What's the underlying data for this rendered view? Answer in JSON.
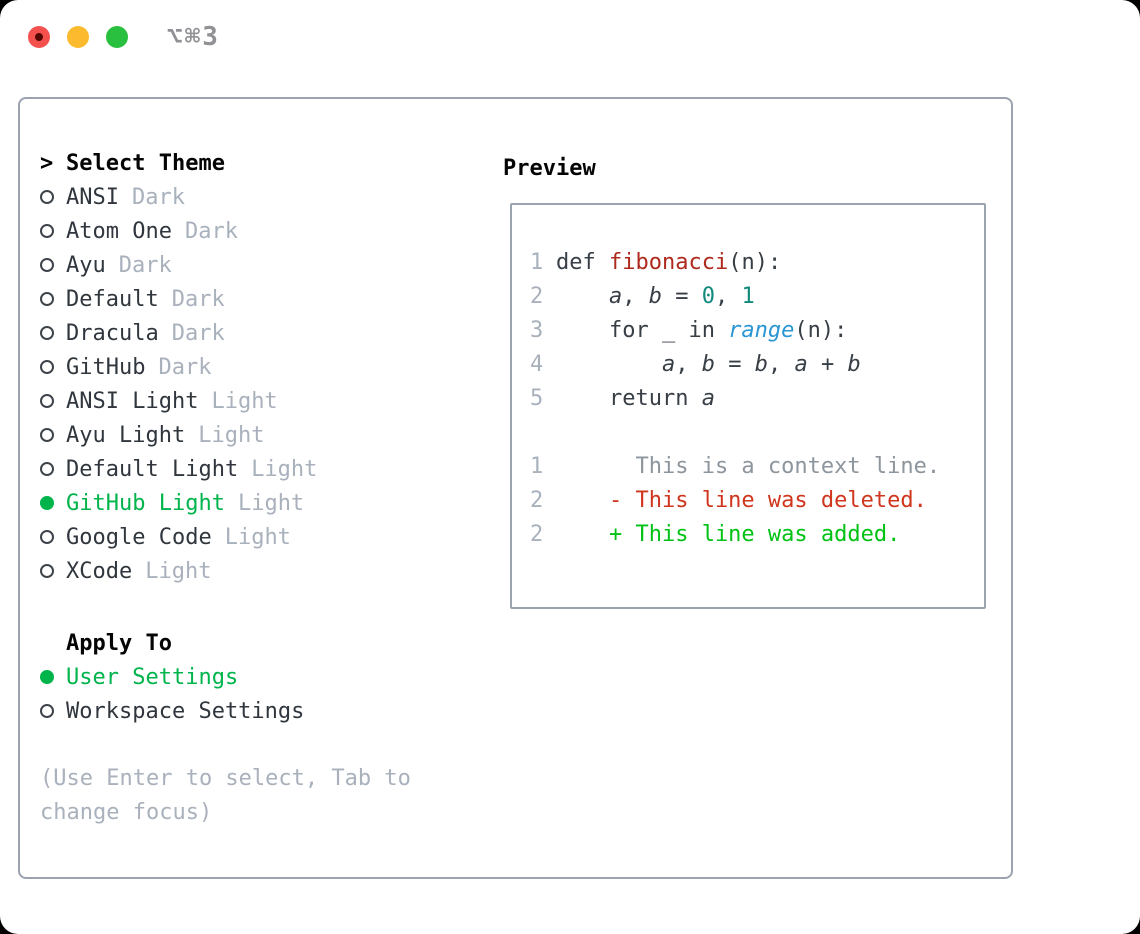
{
  "titlebar": {
    "shortcut": "⌥⌘3",
    "traffic_lights": [
      "close",
      "minimize",
      "zoom"
    ]
  },
  "colors": {
    "selection_green": "#00b44c",
    "added_green": "#00c214",
    "deleted_red": "#d0351d",
    "function_red": "#ae2a1c",
    "number_teal": "#11897b",
    "builtin_blue": "#2b96d4",
    "muted_gray": "#a9b1bc",
    "context_gray": "#8d959d",
    "border_gray": "#9aa3ae",
    "traffic_red": "#f4504e",
    "traffic_yellow": "#fcbb2e",
    "traffic_green": "#2ac03f"
  },
  "theme_picker": {
    "header_prefix": ">",
    "header": "Select Theme",
    "themes": [
      {
        "name": "ANSI",
        "tag": "Dark",
        "selected": false
      },
      {
        "name": "Atom One",
        "tag": "Dark",
        "selected": false
      },
      {
        "name": "Ayu",
        "tag": "Dark",
        "selected": false
      },
      {
        "name": "Default",
        "tag": "Dark",
        "selected": false
      },
      {
        "name": "Dracula",
        "tag": "Dark",
        "selected": false
      },
      {
        "name": "GitHub",
        "tag": "Dark",
        "selected": false
      },
      {
        "name": "ANSI Light",
        "tag": "Light",
        "selected": false
      },
      {
        "name": "Ayu Light",
        "tag": "Light",
        "selected": false
      },
      {
        "name": "Default Light",
        "tag": "Light",
        "selected": false
      },
      {
        "name": "GitHub Light",
        "tag": "Light",
        "selected": true
      },
      {
        "name": "Google Code",
        "tag": "Light",
        "selected": false
      },
      {
        "name": "XCode",
        "tag": "Light",
        "selected": false
      }
    ]
  },
  "apply_to": {
    "header": "Apply To",
    "options": [
      {
        "name": "User Settings",
        "selected": true
      },
      {
        "name": "Workspace Settings",
        "selected": false
      }
    ]
  },
  "help_lines": [
    "(Use Enter to select, Tab to",
    "change focus)"
  ],
  "preview": {
    "title": "Preview",
    "lines": [
      {
        "num": "1",
        "segments": [
          {
            "text": "def ",
            "style": "plain"
          },
          {
            "text": "fibonacci",
            "style": "func"
          },
          {
            "text": "(n):",
            "style": "plain"
          }
        ]
      },
      {
        "num": "2",
        "segments": [
          {
            "text": "    ",
            "style": "plain"
          },
          {
            "text": "a",
            "style": "var"
          },
          {
            "text": ", ",
            "style": "plain"
          },
          {
            "text": "b",
            "style": "var"
          },
          {
            "text": " = ",
            "style": "plain"
          },
          {
            "text": "0",
            "style": "num"
          },
          {
            "text": ", ",
            "style": "plain"
          },
          {
            "text": "1",
            "style": "num"
          }
        ]
      },
      {
        "num": "3",
        "segments": [
          {
            "text": "    for _ in ",
            "style": "plain"
          },
          {
            "text": "range",
            "style": "builtin"
          },
          {
            "text": "(n):",
            "style": "plain"
          }
        ]
      },
      {
        "num": "4",
        "segments": [
          {
            "text": "        ",
            "style": "plain"
          },
          {
            "text": "a",
            "style": "var"
          },
          {
            "text": ", ",
            "style": "plain"
          },
          {
            "text": "b",
            "style": "var"
          },
          {
            "text": " = ",
            "style": "plain"
          },
          {
            "text": "b",
            "style": "var"
          },
          {
            "text": ", ",
            "style": "plain"
          },
          {
            "text": "a",
            "style": "var"
          },
          {
            "text": " + ",
            "style": "plain"
          },
          {
            "text": "b",
            "style": "var"
          }
        ]
      },
      {
        "num": "5",
        "segments": [
          {
            "text": "    return ",
            "style": "plain"
          },
          {
            "text": "a",
            "style": "var"
          }
        ]
      },
      {
        "num": "",
        "segments": []
      },
      {
        "num": "1",
        "segments": [
          {
            "text": "      This is a context line.",
            "style": "context"
          }
        ]
      },
      {
        "num": "2",
        "segments": [
          {
            "text": "    - This line was deleted.",
            "style": "deleted"
          }
        ]
      },
      {
        "num": "2",
        "segments": [
          {
            "text": "    + This line was added.",
            "style": "added"
          }
        ]
      }
    ]
  }
}
